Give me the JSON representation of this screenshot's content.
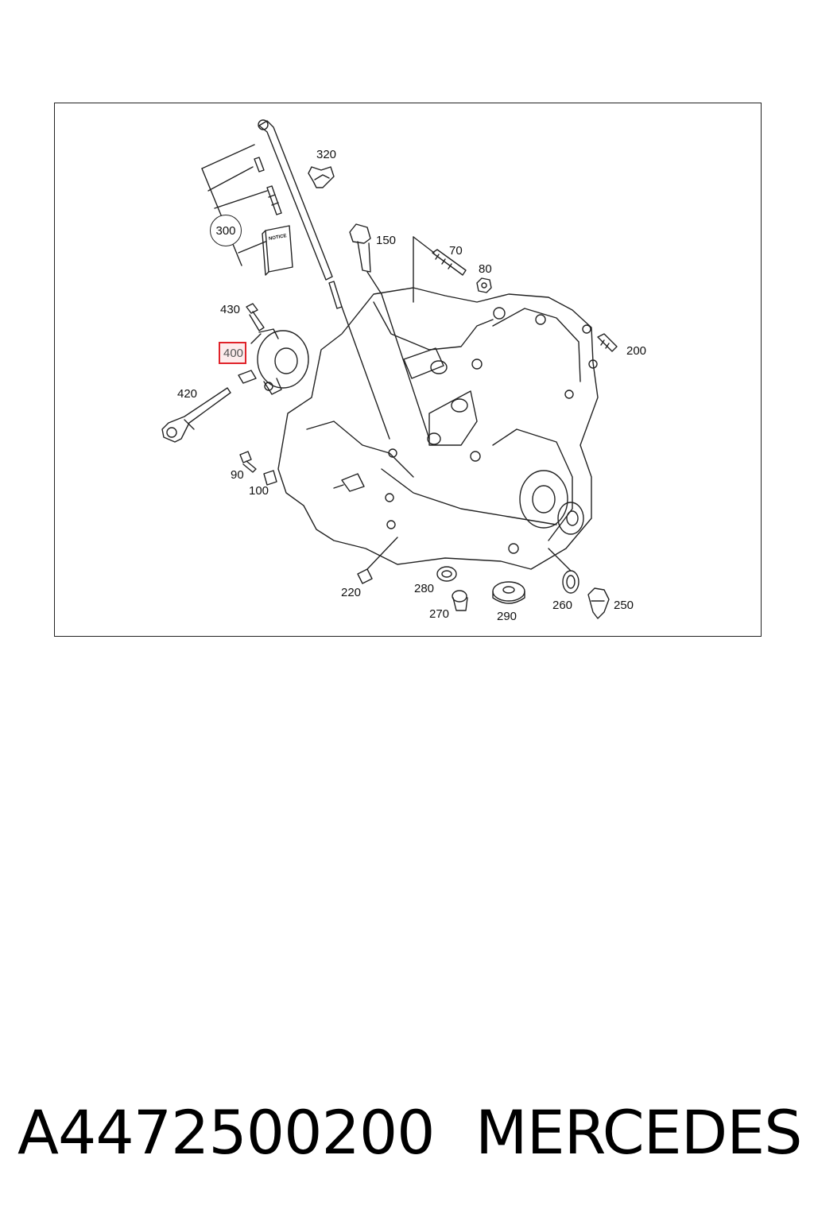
{
  "diagram": {
    "callouts": {
      "c70": "70",
      "c80": "80",
      "c90": "90",
      "c100": "100",
      "c150": "150",
      "c200": "200",
      "c220": "220",
      "c250": "250",
      "c260": "260",
      "c270": "270",
      "c280": "280",
      "c290": "290",
      "c300": "300",
      "c320": "320",
      "c400": "400",
      "c420": "420",
      "c430": "430"
    },
    "notice_label": "NOTICE",
    "highlighted_callout": "400",
    "highlight_color": "#e0232a"
  },
  "footer": {
    "part_number": "A4472500200",
    "brand": "MERCEDES"
  }
}
